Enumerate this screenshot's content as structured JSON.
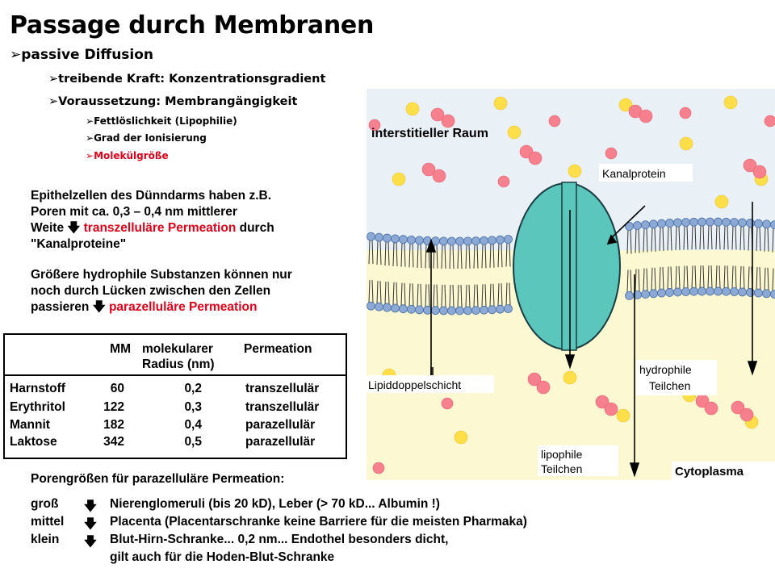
{
  "title": "Passage durch Membranen",
  "bullets": {
    "b1": "passive Diffusion",
    "b2": "treibende Kraft: Konzentrationsgradient",
    "b3": "Voraussetzung: Membrangängigkeit",
    "b4": "Fettlöslichkeit (Lipophilie)",
    "b5": "Grad der Ionisierung",
    "b6": "Molekülgröße"
  },
  "para1": {
    "line1": "Epithelzellen des Dünndarms haben z.B.",
    "line2": "Poren mit ca. 0,3 – 0,4 nm mittlerer",
    "line3a": "Weite",
    "line3b": "transzelluläre Permeation",
    "line3c": "durch",
    "line4": "\"Kanalproteine\""
  },
  "para2": {
    "line1": "Größere hydrophile Substanzen können nur",
    "line2": "noch durch Lücken zwischen den Zellen",
    "line3a": "passieren",
    "line3b": "parazelluläre Permeation"
  },
  "table": {
    "headers": {
      "mm": "MM",
      "radius1": "molekularer",
      "radius2": "Radius (nm)",
      "perm": "Permeation"
    },
    "rows": [
      {
        "name": "Harnstoff",
        "mm": "60",
        "radius": "0,2",
        "perm": "transzellulär"
      },
      {
        "name": "Erythritol",
        "mm": "122",
        "radius": "0,3",
        "perm": "transzellulär"
      },
      {
        "name": "Mannit",
        "mm": "182",
        "radius": "0,4",
        "perm": "parazellulär"
      },
      {
        "name": "Laktose",
        "mm": "342",
        "radius": "0,5",
        "perm": "parazellulär"
      }
    ]
  },
  "pores": {
    "heading": "Porengrößen für parazelluläre Permeation:",
    "items": [
      {
        "size": "groß",
        "text": "Nierenglomeruli (bis 20 kD), Leber (> 70 kD... Albumin !)"
      },
      {
        "size": "mittel",
        "text": "Placenta (Placentarschranke keine Barriere für die meisten Pharmaka)"
      },
      {
        "size": "klein",
        "text": "Blut-Hirn-Schranke... 0,2 nm... Endothel besonders dicht,"
      }
    ],
    "continuation": "gilt auch für die Hoden-Blut-Schranke"
  },
  "diagram": {
    "interstitial": "interstitieller Raum",
    "channel": "Kanalprotein",
    "bilayer": "Lipiddoppelschicht",
    "hydrophilic1": "hydrophile",
    "hydrophilic2": "Teilchen",
    "lipophilic1": "lipophile",
    "lipophilic2": "Teilchen",
    "cytoplasm": "Cytoplasma"
  },
  "colors": {
    "accent_red": "#e0001a",
    "interstitial_bg": "#e9f1f7",
    "cytoplasm_bg": "#fbf8d2",
    "channel": "#5bc6bb",
    "lipid_head": "#8ba9d4",
    "particle_yellow": "#ffdf49",
    "particle_pink": "#f6808d"
  }
}
